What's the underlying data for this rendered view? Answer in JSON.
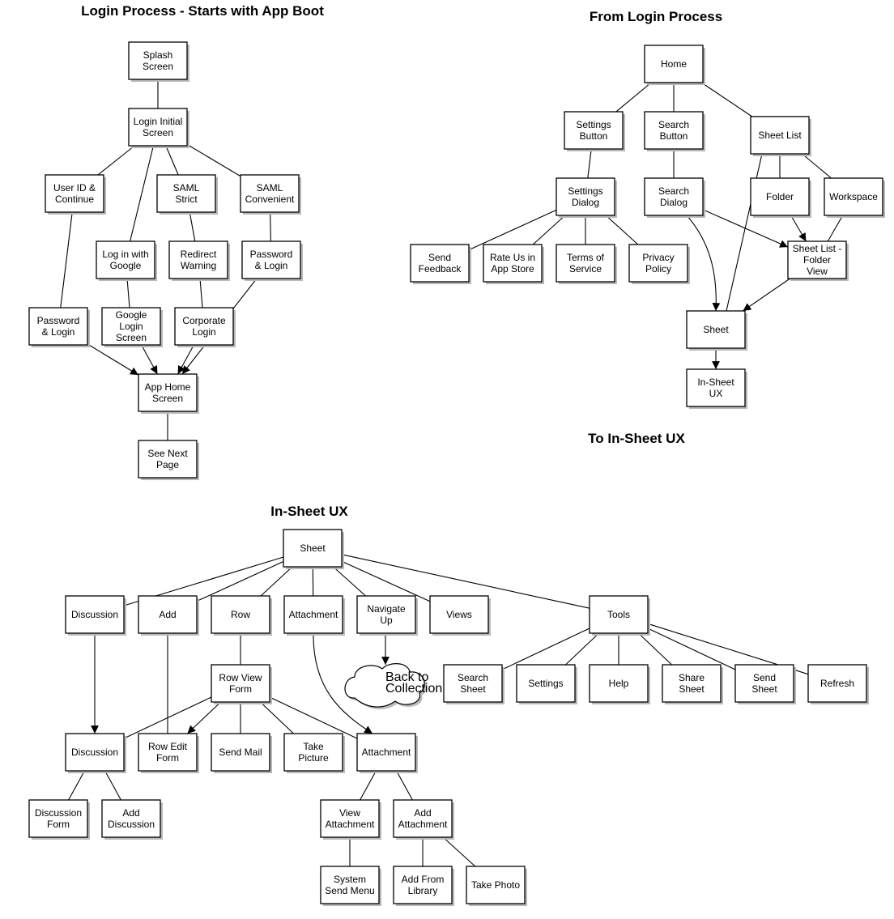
{
  "sections": {
    "login_title": "Login Process - Starts with App Boot",
    "from_login_title": "From Login Process",
    "to_insheet_title": "To In-Sheet UX",
    "insheet_title": "In-Sheet UX"
  },
  "nodes": {
    "splash": [
      "Splash",
      "Screen"
    ],
    "login_initial": [
      "Login Initial",
      "Screen"
    ],
    "userid": [
      "User ID &",
      "Continue"
    ],
    "saml_strict": [
      "SAML",
      "Strict"
    ],
    "saml_convenient": [
      "SAML",
      "Convenient"
    ],
    "login_google": [
      "Log in with",
      "Google"
    ],
    "redirect_warning": [
      "Redirect",
      "Warning"
    ],
    "password_login_r": [
      "Password",
      "& Login"
    ],
    "password_login_l": [
      "Password",
      "& Login"
    ],
    "google_login": [
      "Google",
      "Login",
      "Screen"
    ],
    "corporate_login": [
      "Corporate",
      "Login"
    ],
    "app_home": [
      "App Home",
      "Screen"
    ],
    "see_next": [
      "See Next",
      "Page"
    ],
    "home": [
      "Home"
    ],
    "settings_button": [
      "Settings",
      "Button"
    ],
    "search_button": [
      "Search",
      "Button"
    ],
    "sheet_list": [
      "Sheet List"
    ],
    "settings_dialog": [
      "Settings",
      "Dialog"
    ],
    "search_dialog": [
      "Search",
      "Dialog"
    ],
    "folder": [
      "Folder"
    ],
    "workspace": [
      "Workspace"
    ],
    "send_feedback": [
      "Send",
      "Feedback"
    ],
    "rate_us": [
      "Rate Us in",
      "App Store"
    ],
    "terms": [
      "Terms of",
      "Service"
    ],
    "privacy": [
      "Privacy",
      "Policy"
    ],
    "sheet_list_folder": [
      "Sheet List -",
      "Folder",
      "View"
    ],
    "sheet_top": [
      "Sheet"
    ],
    "insheet_ux": [
      "In-Sheet",
      "UX"
    ],
    "sheet_root": [
      "Sheet"
    ],
    "discussion": [
      "Discussion"
    ],
    "add": [
      "Add"
    ],
    "row": [
      "Row"
    ],
    "attachment": [
      "Attachment"
    ],
    "navigate_up": [
      "Navigate",
      "Up"
    ],
    "views": [
      "Views"
    ],
    "tools": [
      "Tools"
    ],
    "back_collection": [
      "Back to",
      "Collection"
    ],
    "search_sheet": [
      "Search",
      "Sheet"
    ],
    "settings": [
      "Settings"
    ],
    "help": [
      "Help"
    ],
    "share_sheet": [
      "Share",
      "Sheet"
    ],
    "send_sheet": [
      "Send",
      "Sheet"
    ],
    "refresh": [
      "Refresh"
    ],
    "row_view_form": [
      "Row View",
      "Form"
    ],
    "discussion2": [
      "Discussion"
    ],
    "row_edit_form": [
      "Row Edit",
      "Form"
    ],
    "send_mail": [
      "Send Mail"
    ],
    "take_picture": [
      "Take",
      "Picture"
    ],
    "attachment2": [
      "Attachment"
    ],
    "discussion_form": [
      "Discussion",
      "Form"
    ],
    "add_discussion": [
      "Add",
      "Discussion"
    ],
    "view_attachment": [
      "View",
      "Attachment"
    ],
    "add_attachment": [
      "Add",
      "Attachment"
    ],
    "system_send_menu": [
      "System",
      "Send Menu"
    ],
    "add_from_library": [
      "Add From",
      "Library"
    ],
    "take_photo": [
      "Take Photo"
    ]
  },
  "edges": [
    [
      "splash",
      "login_initial",
      false
    ],
    [
      "login_initial",
      "userid",
      false
    ],
    [
      "login_initial",
      "login_google",
      false
    ],
    [
      "login_initial",
      "saml_strict",
      false
    ],
    [
      "login_initial",
      "saml_convenient",
      false
    ],
    [
      "userid",
      "password_login_l",
      false
    ],
    [
      "saml_strict",
      "redirect_warning",
      false
    ],
    [
      "saml_convenient",
      "password_login_r",
      false
    ],
    [
      "login_google",
      "google_login",
      false
    ],
    [
      "redirect_warning",
      "corporate_login",
      false
    ],
    [
      "password_login_l",
      "app_home",
      true
    ],
    [
      "google_login",
      "app_home",
      true
    ],
    [
      "corporate_login",
      "app_home",
      true
    ],
    [
      "password_login_r",
      "app_home",
      true
    ],
    [
      "app_home",
      "see_next",
      false
    ],
    [
      "home",
      "settings_button",
      false
    ],
    [
      "home",
      "search_button",
      false
    ],
    [
      "home",
      "sheet_list",
      false
    ],
    [
      "settings_button",
      "settings_dialog",
      false
    ],
    [
      "search_button",
      "search_dialog",
      false
    ],
    [
      "sheet_list",
      "folder",
      false
    ],
    [
      "sheet_list",
      "workspace",
      false
    ],
    [
      "settings_dialog",
      "send_feedback",
      false
    ],
    [
      "settings_dialog",
      "rate_us",
      false
    ],
    [
      "settings_dialog",
      "terms",
      false
    ],
    [
      "settings_dialog",
      "privacy",
      false
    ],
    [
      "search_dialog",
      "sheet_list_folder",
      true
    ],
    [
      "folder",
      "sheet_list_folder",
      true
    ],
    [
      "workspace",
      "sheet_list_folder",
      false
    ],
    [
      "search_dialog",
      "sheet_top",
      true
    ],
    [
      "sheet_list",
      "sheet_top",
      false
    ],
    [
      "sheet_list_folder",
      "sheet_top",
      true
    ],
    [
      "sheet_top",
      "insheet_ux",
      true
    ],
    [
      "sheet_root",
      "discussion",
      false
    ],
    [
      "sheet_root",
      "add",
      false
    ],
    [
      "sheet_root",
      "row",
      false
    ],
    [
      "sheet_root",
      "attachment",
      false
    ],
    [
      "sheet_root",
      "navigate_up",
      false
    ],
    [
      "sheet_root",
      "views",
      false
    ],
    [
      "sheet_root",
      "tools",
      false
    ],
    [
      "navigate_up",
      "back_collection",
      true
    ],
    [
      "tools",
      "search_sheet",
      false
    ],
    [
      "tools",
      "settings",
      false
    ],
    [
      "tools",
      "help",
      false
    ],
    [
      "tools",
      "share_sheet",
      false
    ],
    [
      "tools",
      "send_sheet",
      false
    ],
    [
      "tools",
      "refresh",
      false
    ],
    [
      "row",
      "row_view_form",
      false
    ],
    [
      "discussion",
      "discussion2",
      true
    ],
    [
      "add",
      "row_edit_form",
      false
    ],
    [
      "attachment",
      "attachment2",
      true
    ],
    [
      "row_view_form",
      "discussion2",
      false
    ],
    [
      "row_view_form",
      "row_edit_form",
      true
    ],
    [
      "row_view_form",
      "send_mail",
      false
    ],
    [
      "row_view_form",
      "take_picture",
      false
    ],
    [
      "row_view_form",
      "attachment2",
      false
    ],
    [
      "discussion2",
      "discussion_form",
      false
    ],
    [
      "discussion2",
      "add_discussion",
      false
    ],
    [
      "attachment2",
      "view_attachment",
      false
    ],
    [
      "attachment2",
      "add_attachment",
      false
    ],
    [
      "view_attachment",
      "system_send_menu",
      false
    ],
    [
      "add_attachment",
      "add_from_library",
      false
    ],
    [
      "add_attachment",
      "take_photo",
      false
    ]
  ]
}
